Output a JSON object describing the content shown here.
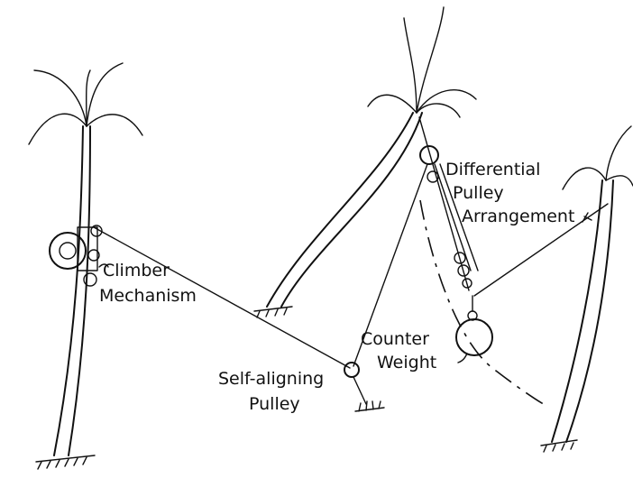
{
  "labels": {
    "climber_1": "Climber",
    "climber_2": "Mechanism",
    "differential_1": "Differential",
    "differential_2": "Pulley",
    "differential_3": "Arrangement",
    "counter_1": "Counter",
    "counter_2": "Weight",
    "selfaligning_1": "Self-aligning",
    "selfaligning_2": "Pulley"
  },
  "colors": {
    "ink": "#111111",
    "paper": "#ffffff"
  }
}
